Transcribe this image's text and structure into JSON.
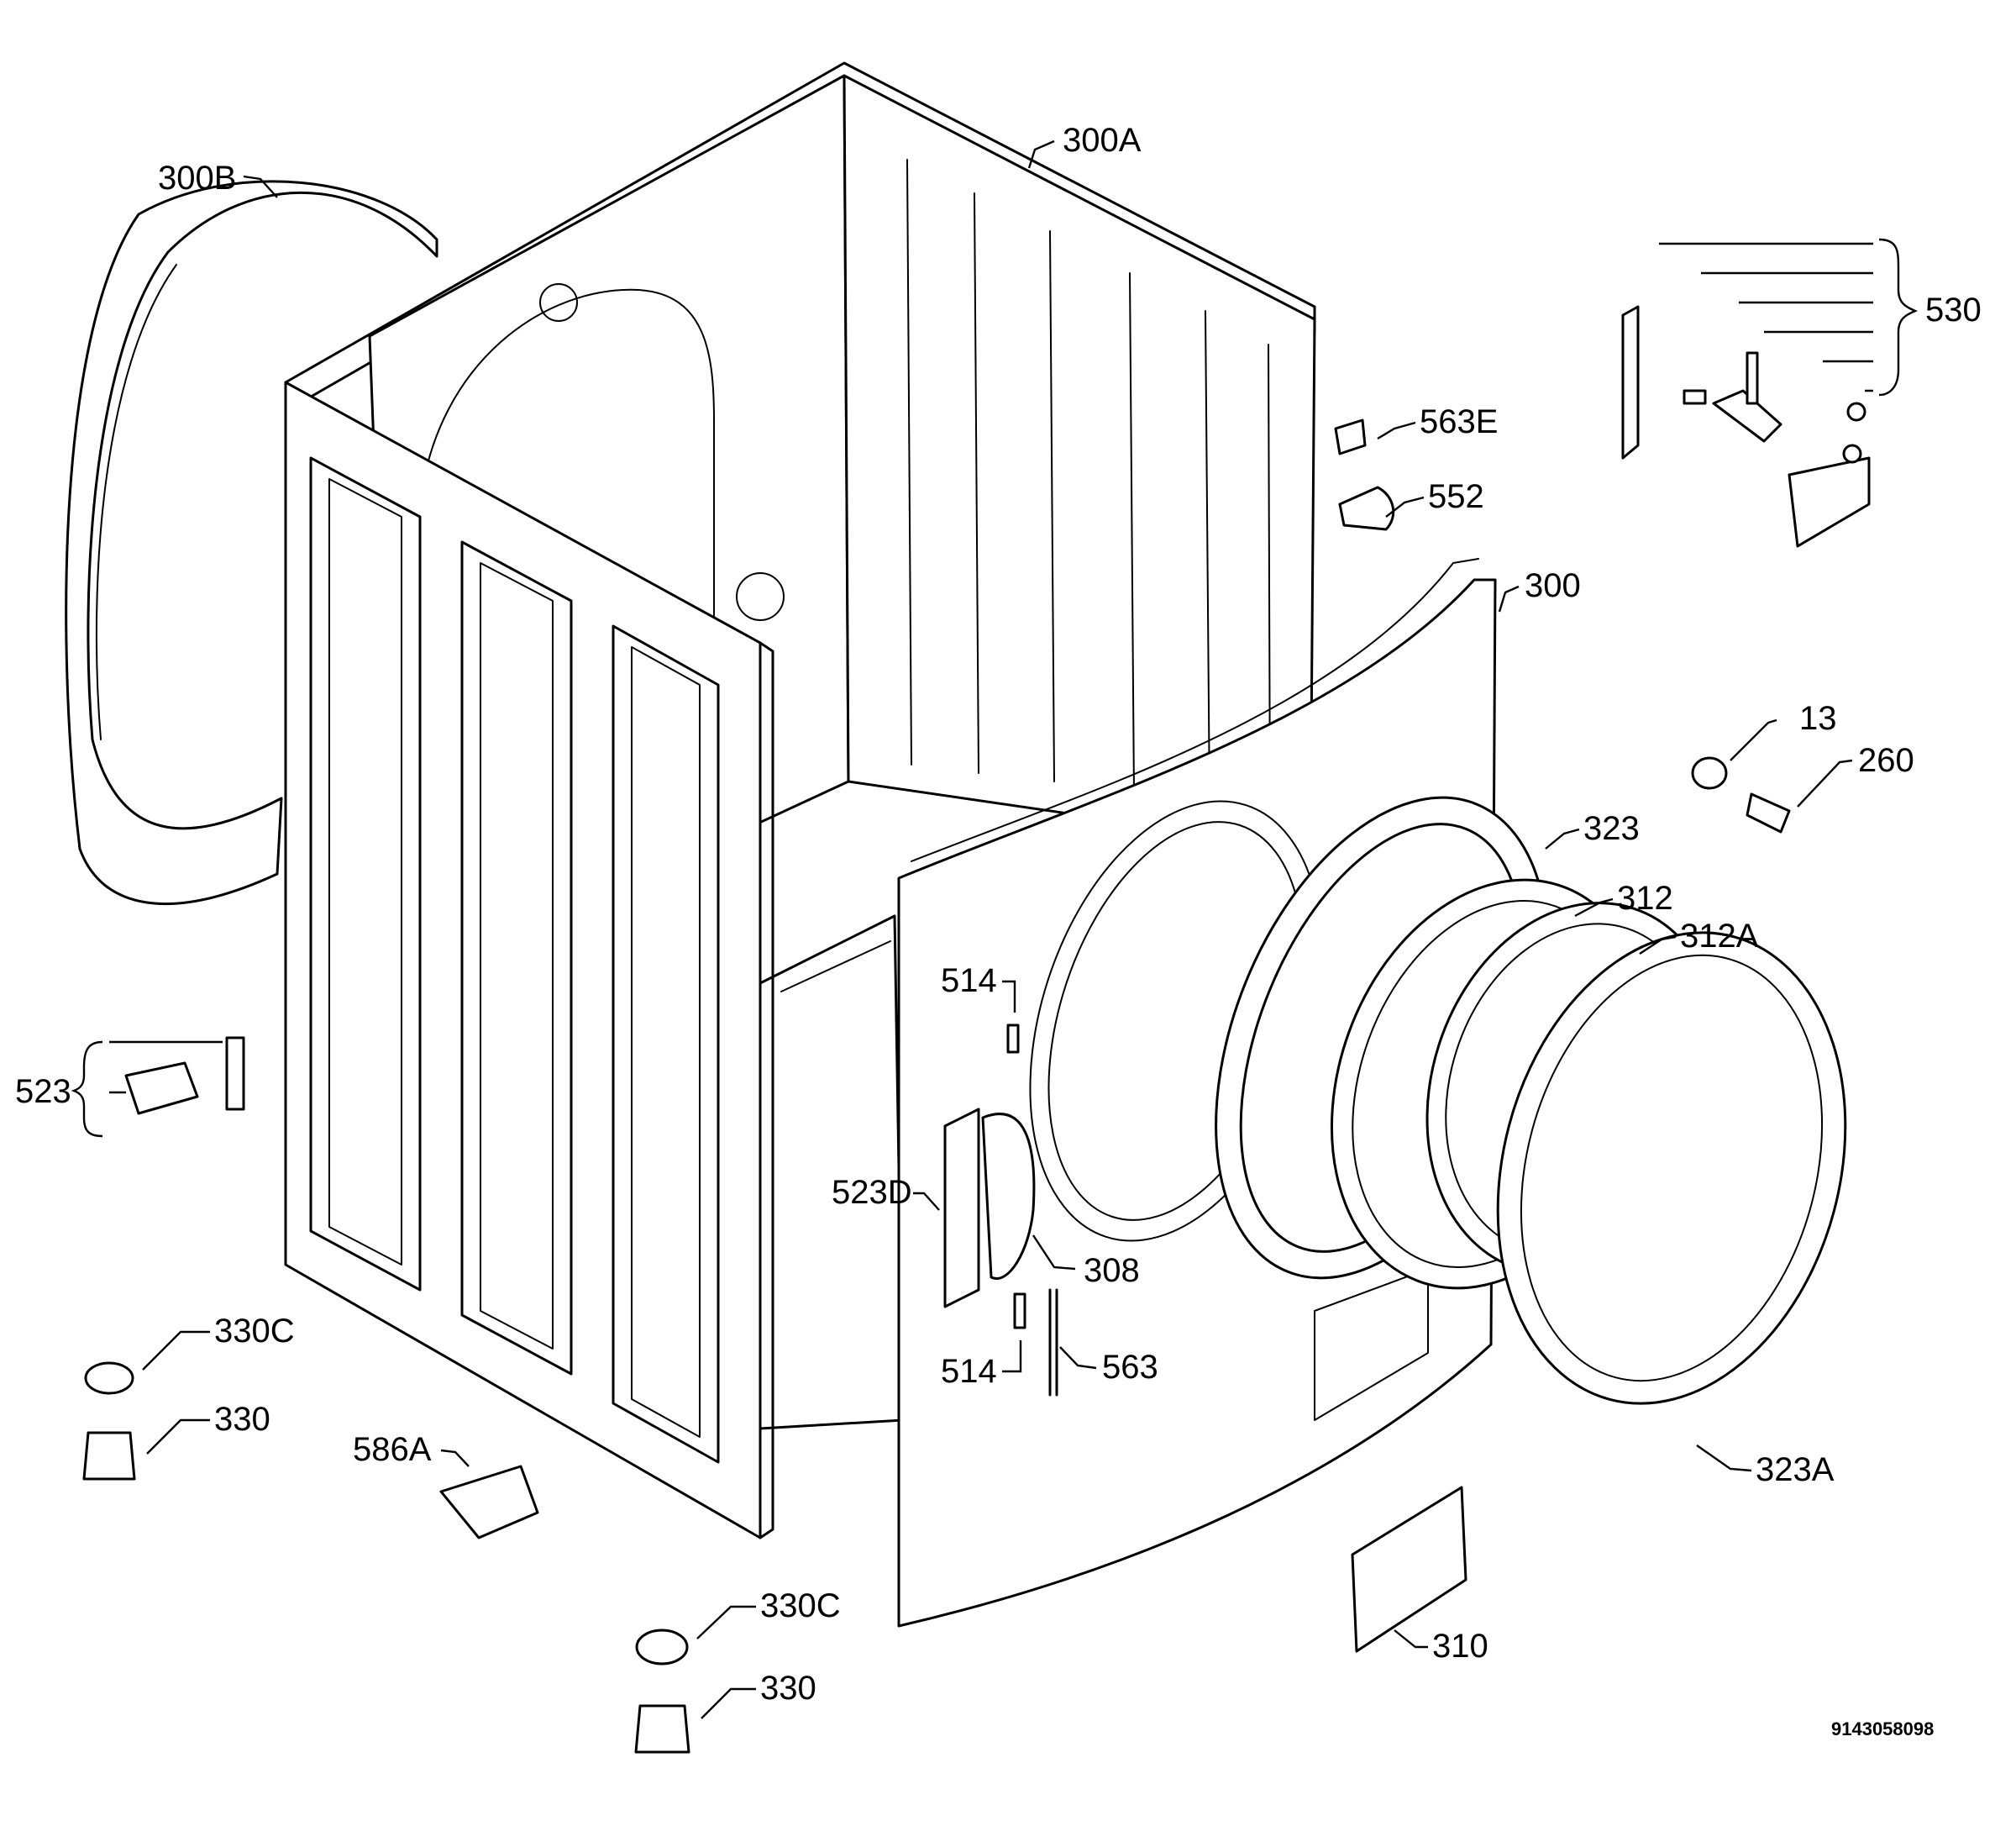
{
  "document_code": "9143058098",
  "callouts": {
    "p300A": "300A",
    "p300B": "300B",
    "p530": "530",
    "p563E": "563E",
    "p552": "552",
    "p300": "300",
    "p13": "13",
    "p260": "260",
    "p323": "323",
    "p312": "312",
    "p312A": "312A",
    "p514a": "514",
    "p523": "523",
    "p523D": "523D",
    "p308": "308",
    "p514b": "514",
    "p563": "563",
    "p330Ca": "330C",
    "p330a": "330",
    "p586A": "586A",
    "p323A": "323A",
    "p330Cb": "330C",
    "p330b": "330",
    "p310": "310"
  }
}
